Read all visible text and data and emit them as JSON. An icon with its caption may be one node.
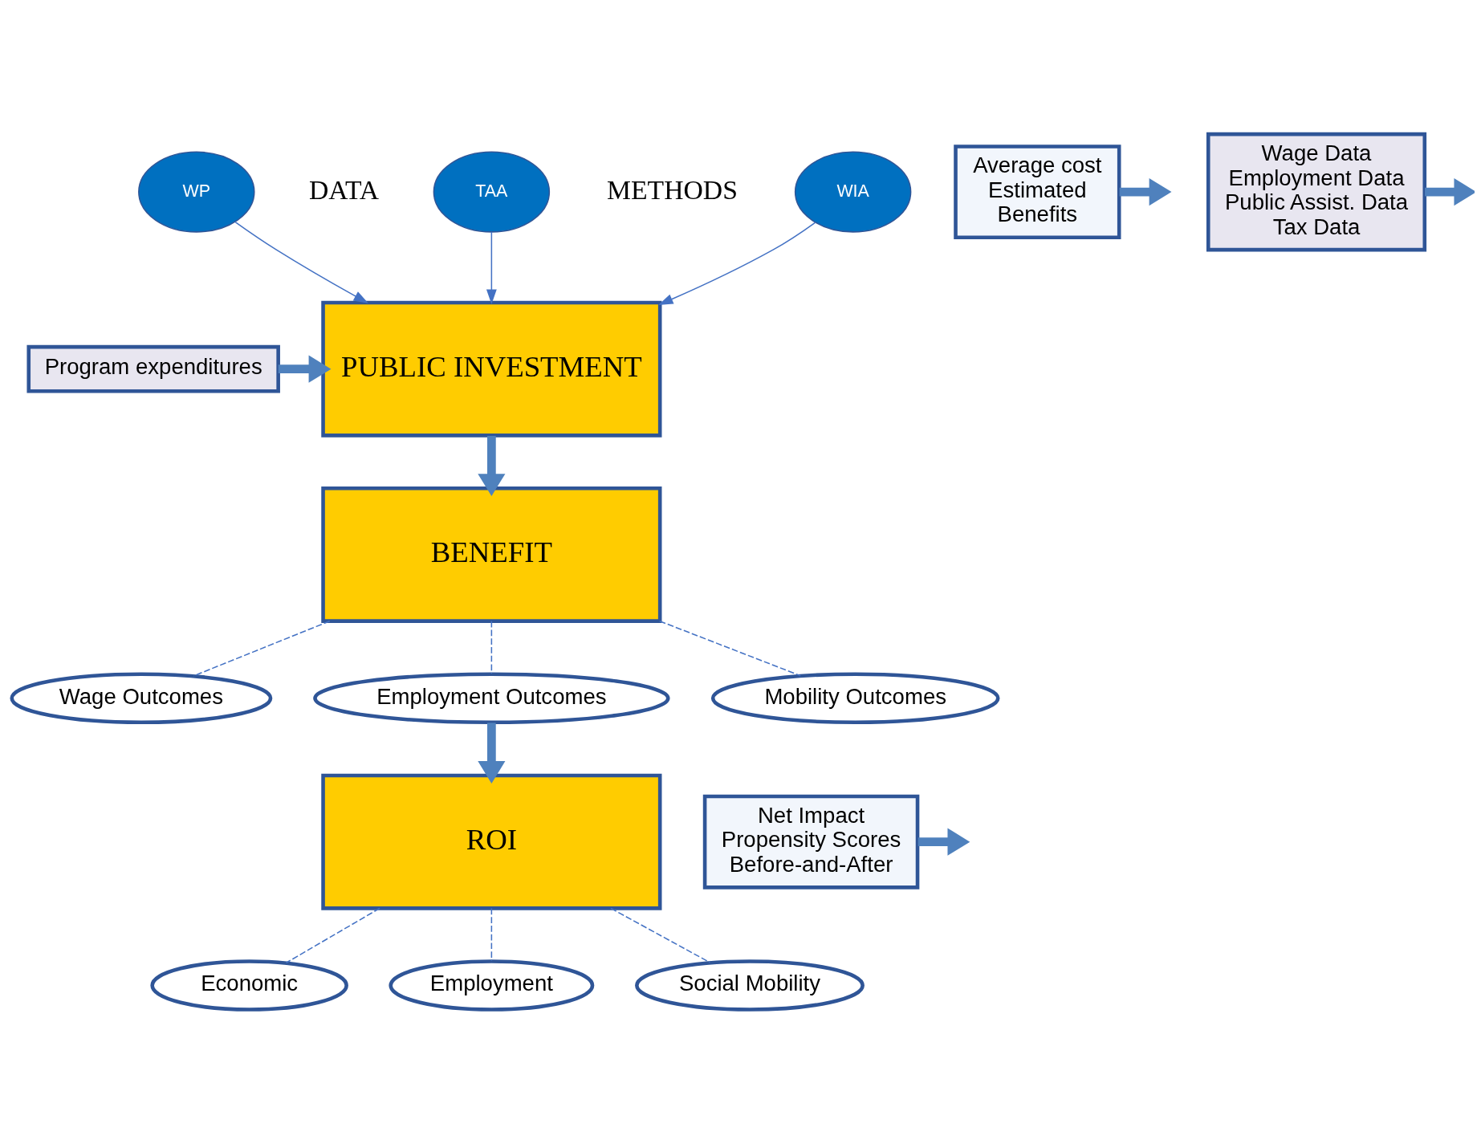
{
  "diagram": {
    "nodes": [
      {
        "text": [
          "WIA"
        ]
      },
      {
        "text": [
          "WP"
        ]
      },
      {
        "text": [
          "TAA"
        ]
      },
      {
        "text": [
          "PUBLIC INVESTMENT"
        ]
      },
      {
        "text": [
          "Program expenditures"
        ]
      },
      {
        "text": [
          "Average cost",
          "Estimated",
          "Benefits"
        ]
      },
      {
        "text": [
          "Wage Data",
          "Employment Data",
          "Public Assist. Data",
          "Tax Data"
        ]
      },
      {
        "text": [
          "BENEFIT"
        ]
      },
      {
        "text": [
          "Wage Outcomes"
        ]
      },
      {
        "text": [
          "Employment Outcomes"
        ]
      },
      {
        "text": [
          "Mobility Outcomes"
        ]
      },
      {
        "text": [
          "Net Impact",
          "Propensity Scores",
          "Before-and-After"
        ]
      },
      {
        "text": [
          "ROI"
        ]
      },
      {
        "text": [
          "Economic"
        ]
      },
      {
        "text": [
          "Employment"
        ]
      },
      {
        "text": [
          "Social Mobility"
        ]
      }
    ],
    "edges": [
      {
        "from": 0,
        "to": 3,
        "arrow": "to"
      },
      {
        "from": 1,
        "to": 3,
        "arrow": "to"
      },
      {
        "from": 2,
        "to": 3,
        "arrow": "to"
      },
      {
        "from": 4,
        "to": 3,
        "arrow": "to",
        "style": "thick"
      },
      {
        "from": 5,
        "to": null,
        "arrow": "to",
        "style": "thick"
      },
      {
        "from": 6,
        "to": null,
        "arrow": "to",
        "style": "thick"
      },
      {
        "from": 3,
        "to": 7,
        "arrow": "to",
        "style": "thick"
      },
      {
        "from": 7,
        "to": 8,
        "arrow": "none",
        "style": "dashed"
      },
      {
        "from": 7,
        "to": 9,
        "arrow": "none",
        "style": "dashed"
      },
      {
        "from": 7,
        "to": 10,
        "arrow": "none",
        "style": "dashed"
      },
      {
        "from": 9,
        "to": 12,
        "arrow": "to",
        "style": "thick"
      },
      {
        "from": 11,
        "to": null,
        "arrow": "to",
        "style": "thick"
      },
      {
        "from": 12,
        "to": 13,
        "arrow": "none",
        "style": "dashed"
      },
      {
        "from": 12,
        "to": 14,
        "arrow": "none",
        "style": "dashed"
      },
      {
        "from": 12,
        "to": 15,
        "arrow": "none",
        "style": "dashed"
      }
    ],
    "labels": [
      "DATA",
      "METHODS"
    ]
  }
}
